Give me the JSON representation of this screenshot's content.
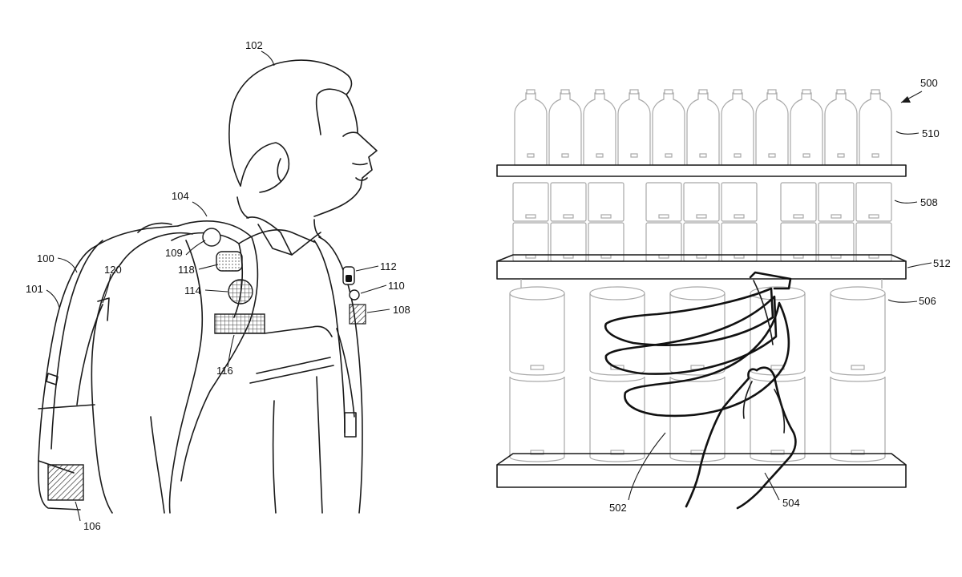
{
  "labels": {
    "l100": "100",
    "l101": "101",
    "l102": "102",
    "l104": "104",
    "l106": "106",
    "l108": "108",
    "l109": "109",
    "l110": "110",
    "l112": "112",
    "l114": "114",
    "l116": "116",
    "l118": "118",
    "l120": "120",
    "l500": "500",
    "l502": "502",
    "l504": "504",
    "l506": "506",
    "l508": "508",
    "l510": "510",
    "l512": "512"
  },
  "colors": {
    "ink": "#1a1a1a",
    "faint_ink": "#a8a8a8",
    "background": "#ffffff"
  }
}
